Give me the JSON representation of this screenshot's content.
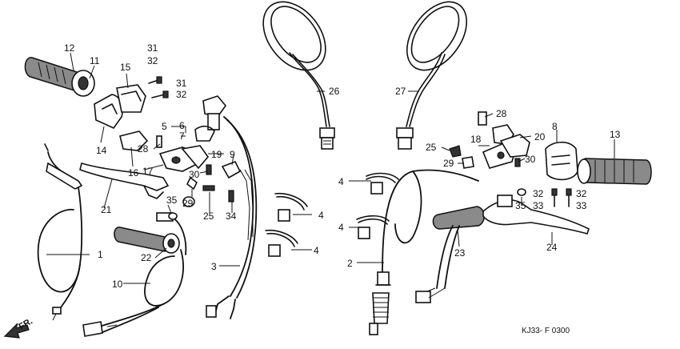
{
  "callouts": {
    "p1": "1",
    "p2": "2",
    "p3": "3",
    "p4a": "4",
    "p4b": "4",
    "p4c": "4",
    "p4d": "4",
    "p5": "5",
    "p6": "6",
    "p7": "7",
    "p8": "8",
    "p9": "9",
    "p10": "10",
    "p11": "11",
    "p12": "12",
    "p13": "13",
    "p14": "14",
    "p15": "15",
    "p16": "16",
    "p17": "17",
    "p18": "18",
    "p19": "19",
    "p20": "20",
    "p21": "21",
    "p22": "22",
    "p23": "23",
    "p24": "24",
    "p25a": "25",
    "p25b": "25",
    "p26": "26",
    "p27": "27",
    "p28a": "28",
    "p28b": "28",
    "p29a": "29",
    "p29b": "29",
    "p30a": "30",
    "p30b": "30",
    "p31a": "31",
    "p32a": "32",
    "p31b": "31",
    "p32b": "32",
    "p32c": "32",
    "p33a": "33",
    "p32d": "32",
    "p33b": "33",
    "p34": "34",
    "p35a": "35",
    "p35b": "35"
  },
  "direction_label": "FR.",
  "diagram_code": "KJ33- F 0300"
}
